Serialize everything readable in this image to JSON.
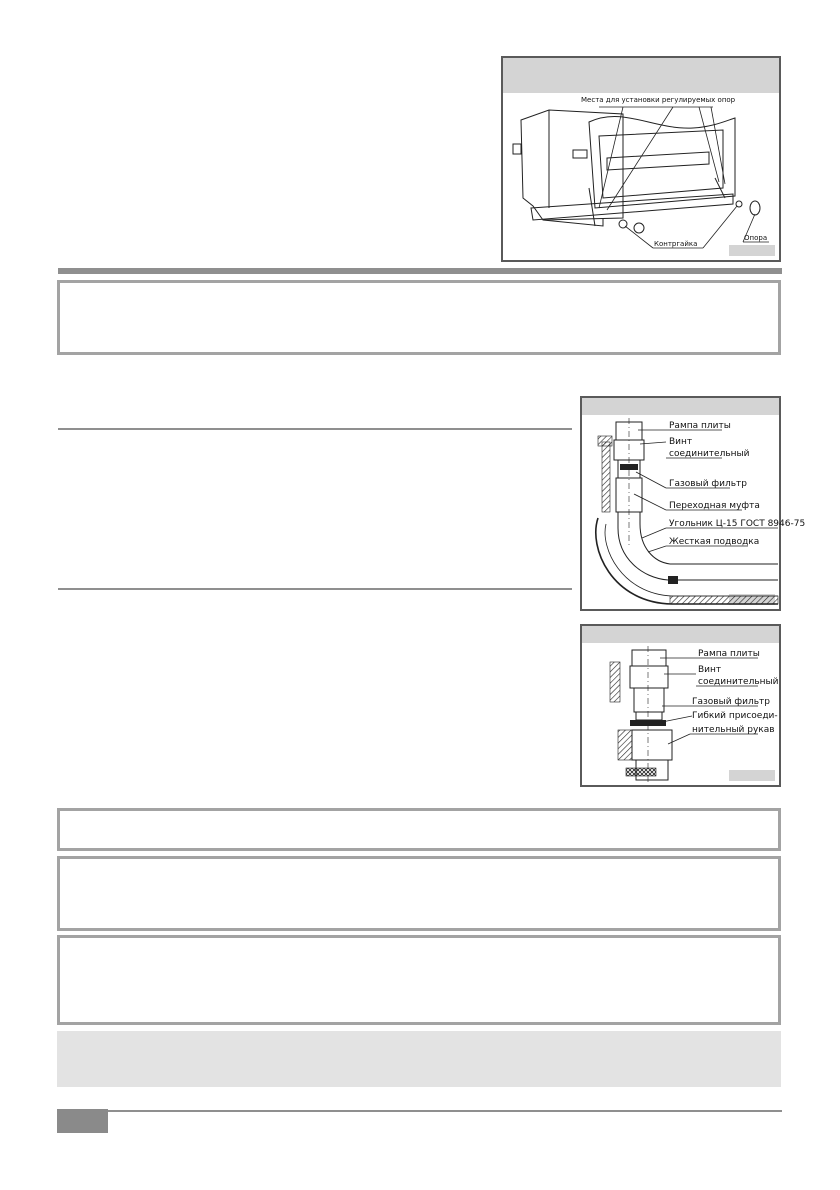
{
  "fig1": {
    "label_supports": "Места для установки регулируемых опор",
    "label_locknut": "Контргайка",
    "label_support": "Опора"
  },
  "fig2": {
    "labels": [
      "Рампа плиты",
      "Винт",
      "соединительный",
      "Газовый фильтр",
      "Переходная муфта",
      "Угольник Ц-15 ГОСТ 8946-75",
      "Жесткая подводка"
    ]
  },
  "fig3": {
    "labels": [
      "Рампа плиты",
      "Винт",
      "соединительный",
      "Газовый фильтр",
      "Гибкий присоеди-",
      "нительный рукав"
    ]
  },
  "colors": {
    "frame": "#5a5a5a",
    "bar": "#d4d4d4",
    "note_border": "#a3a3a3",
    "divider": "#8f8f8f",
    "footer_fill": "#e3e3e3"
  }
}
